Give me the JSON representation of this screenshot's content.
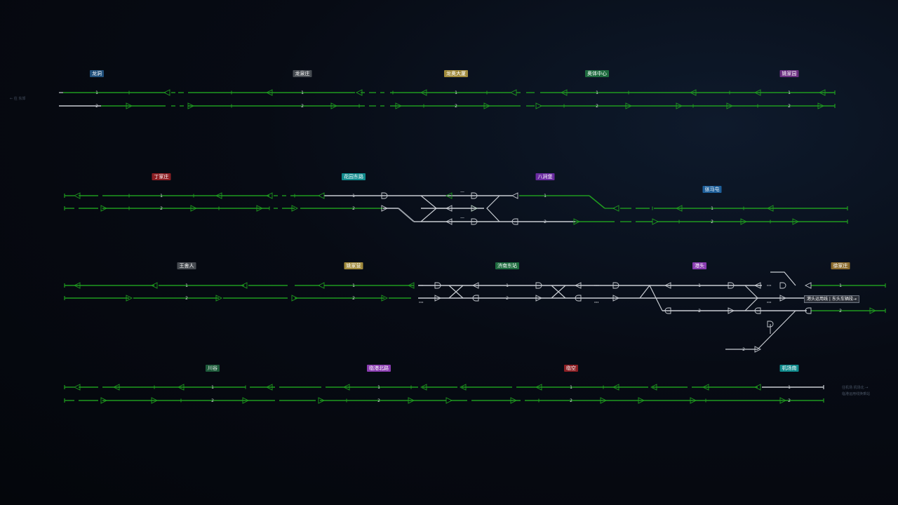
{
  "lines": [
    {
      "id": "row1",
      "stations": [
        {
          "name": "龙洞",
          "color": "#1f4f7a"
        },
        {
          "name": "龙泉庄",
          "color": "#474c52"
        },
        {
          "name": "龙奥大厦",
          "color": "#a08a3c"
        },
        {
          "name": "奥体中心",
          "color": "#1d6a3e"
        },
        {
          "name": "姚家园",
          "color": "#6a2e80"
        }
      ],
      "tracks": [
        {
          "label": "1"
        },
        {
          "label": "2"
        }
      ]
    },
    {
      "id": "row2",
      "stations": [
        {
          "name": "丁家庄",
          "color": "#8c1f24"
        },
        {
          "name": "花园东路",
          "color": "#108a8c"
        },
        {
          "name": "八涧堡",
          "color": "#6a2aa0"
        },
        {
          "name": "张马屯",
          "color": "#1e5f9a"
        }
      ],
      "tracks": [
        {
          "label": "1"
        },
        {
          "label": "2"
        }
      ]
    },
    {
      "id": "row3",
      "stations": [
        {
          "name": "王舍人",
          "color": "#474c52"
        },
        {
          "name": "姚家营",
          "color": "#a08a3c"
        },
        {
          "name": "济南东站",
          "color": "#1d6a3e"
        },
        {
          "name": "港头",
          "color": "#8a3cb0"
        },
        {
          "name": "徐家庄",
          "color": "#8a6a2c"
        }
      ],
      "tracks": [
        {
          "label": "1"
        },
        {
          "label": "2"
        }
      ]
    },
    {
      "id": "row4",
      "stations": [
        {
          "name": "川谷",
          "color": "#1d5a3a"
        },
        {
          "name": "临港北路",
          "color": "#8a3cb0"
        },
        {
          "name": "临空",
          "color": "#8c1f24"
        },
        {
          "name": "机场南",
          "color": "#108a8c"
        }
      ],
      "tracks": [
        {
          "label": "1"
        },
        {
          "label": "2"
        }
      ]
    }
  ],
  "annotations": {
    "left_note": "← 往 东郊",
    "mid_note": "港头运用线 | 东头车辆段→",
    "right_note_1": "往机场 机场北 →",
    "right_note_2": "临港运用线换乘站"
  },
  "colors": {
    "occupied": "#1f9a1f",
    "free": "#c8ccd2",
    "signal": "#c8ccd2",
    "background": "#070b14"
  }
}
